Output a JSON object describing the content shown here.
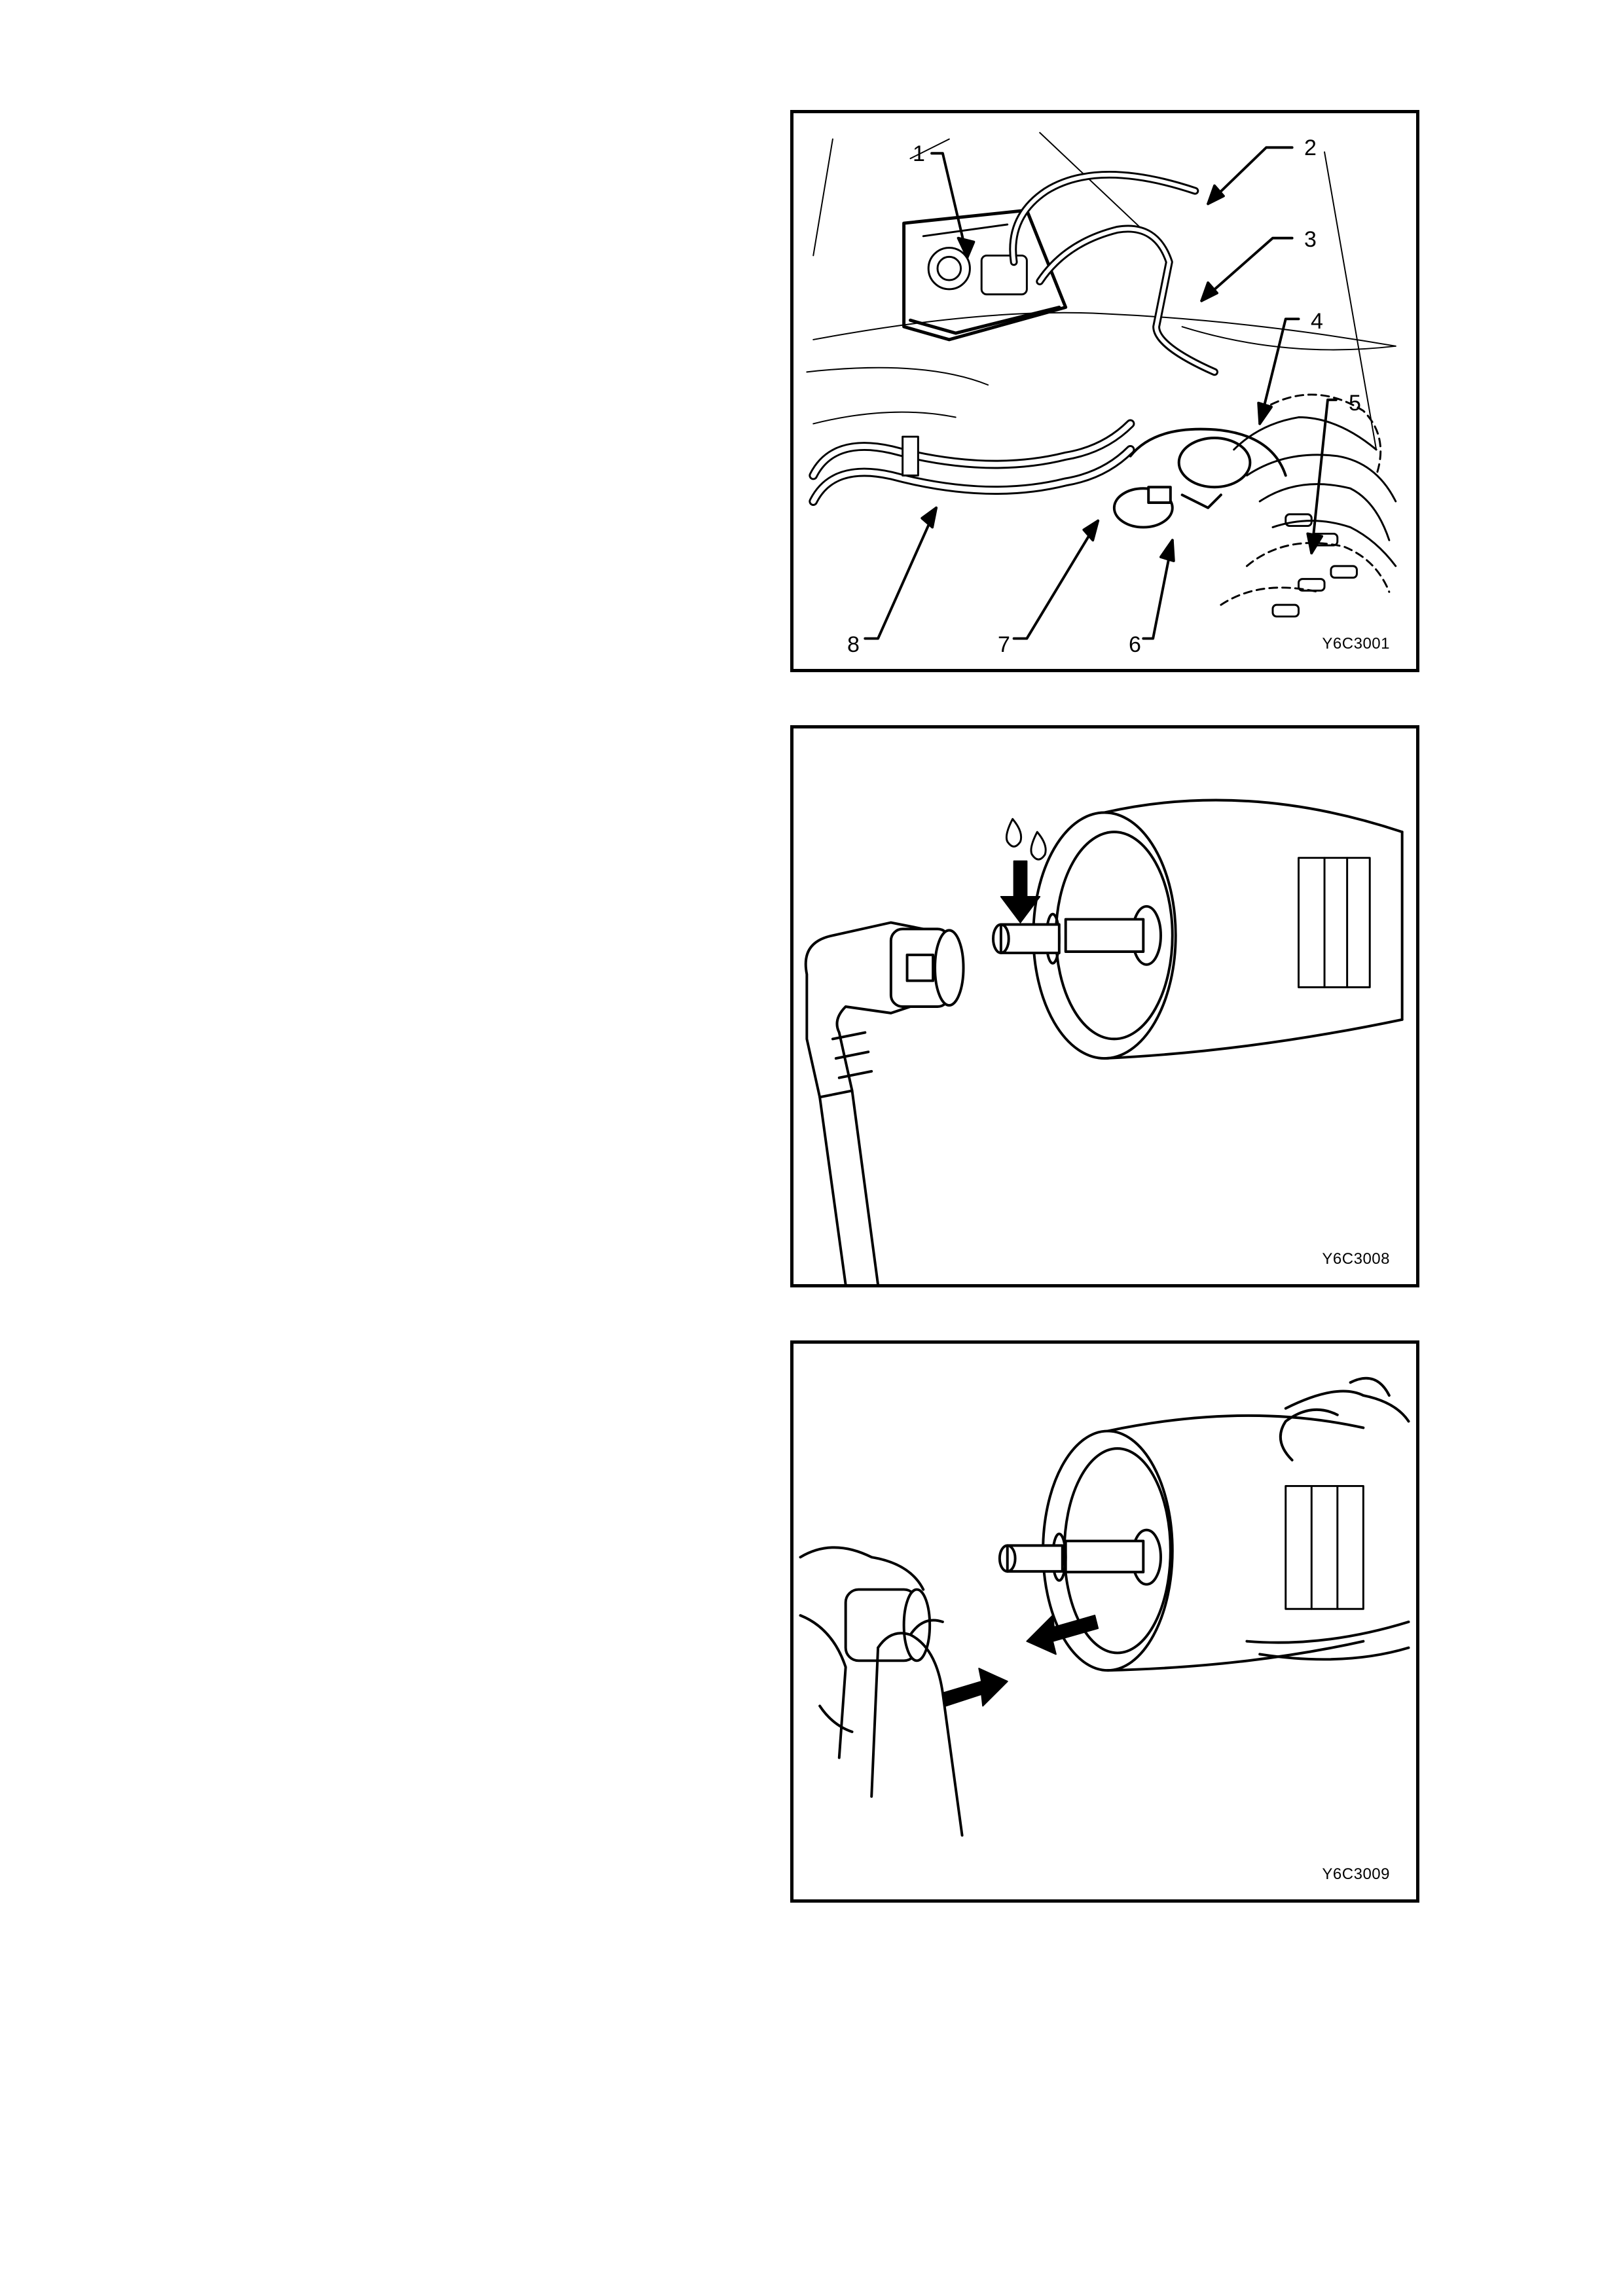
{
  "figures": [
    {
      "code": "Y6C3001",
      "callouts": [
        "1",
        "2",
        "3",
        "4",
        "5",
        "6",
        "7",
        "8"
      ]
    },
    {
      "code": "Y6C3008"
    },
    {
      "code": "Y6C3009"
    }
  ]
}
